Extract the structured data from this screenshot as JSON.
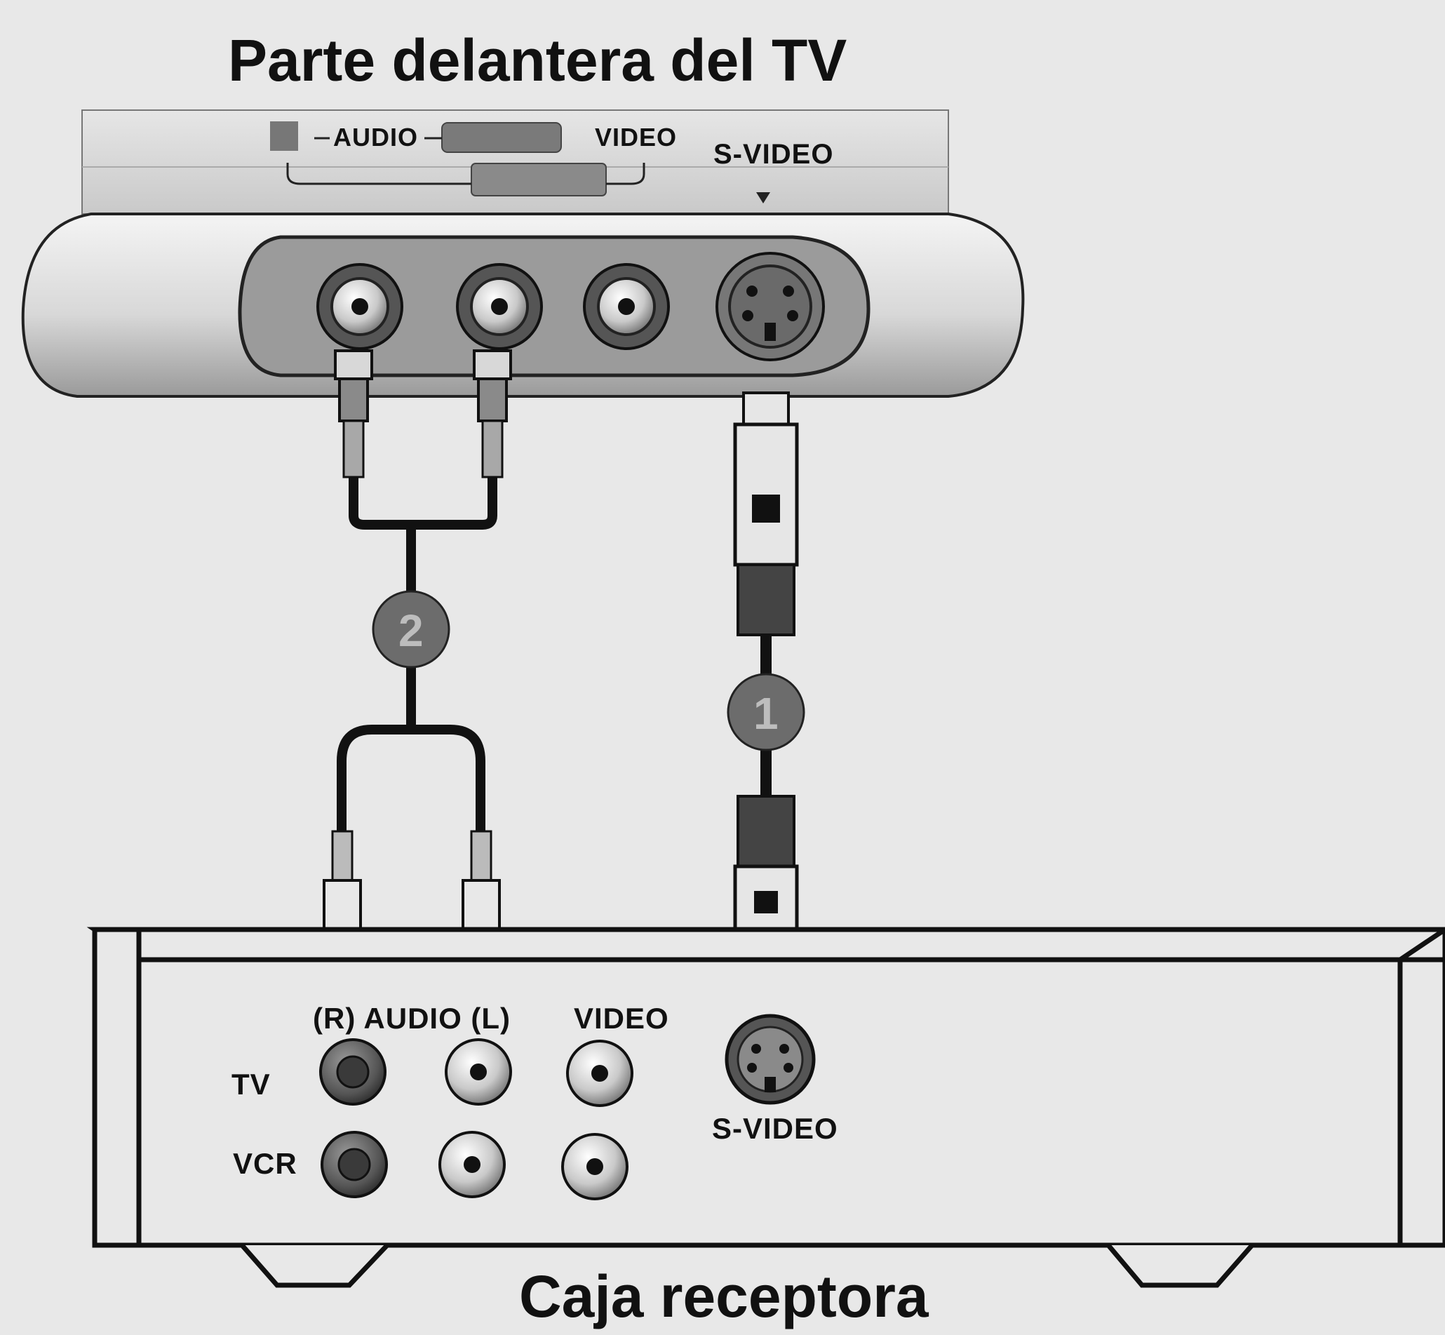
{
  "top_title": "Parte delantera del TV",
  "bottom_title": "Caja receptora",
  "tv_panel": {
    "audio_label": "AUDIO",
    "video_label": "VIDEO",
    "svideo_label": "S-VIDEO"
  },
  "receiver": {
    "audio_label": "(R) AUDIO (L)",
    "video_label": "VIDEO",
    "svideo_label": "S-VIDEO",
    "row_tv": "TV",
    "row_vcr": "VCR"
  },
  "callouts": {
    "svideo_cable": "1",
    "audio_cable": "2"
  }
}
